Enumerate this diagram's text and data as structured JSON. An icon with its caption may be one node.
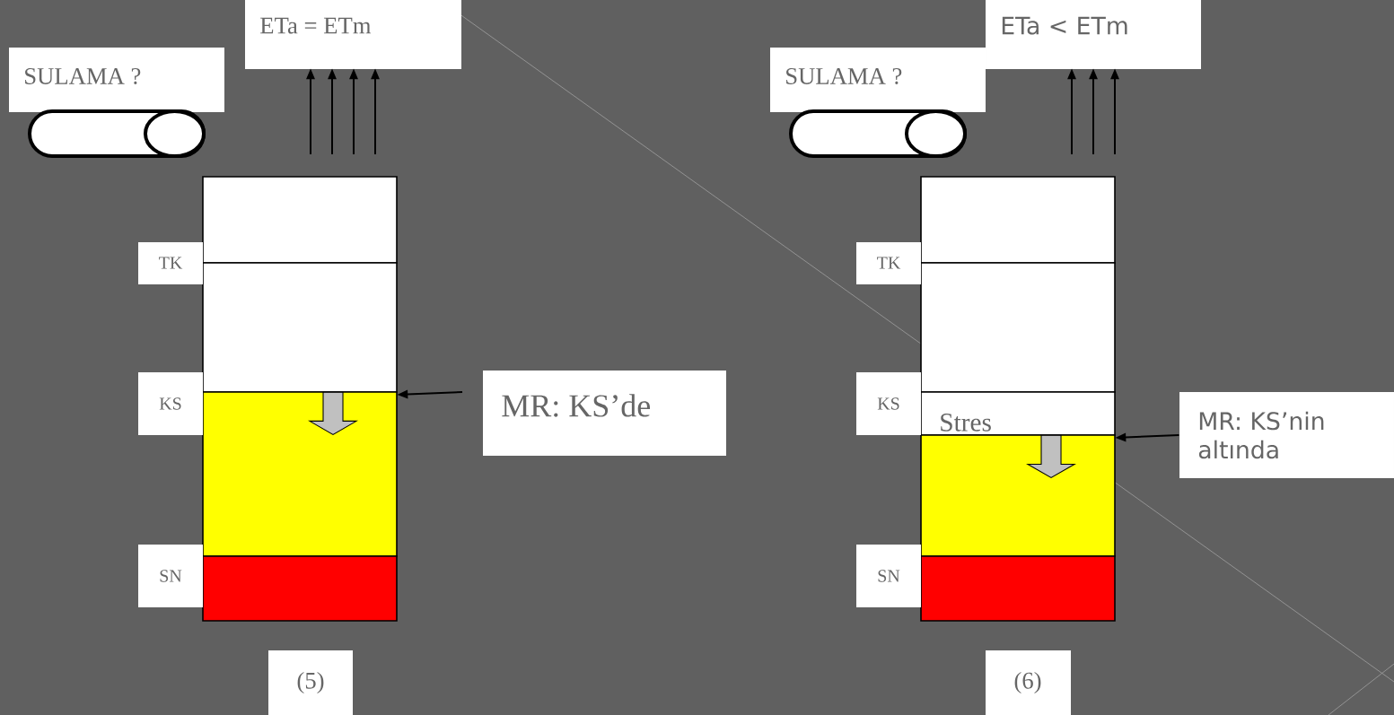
{
  "diagram": {
    "nodes": [
      {
        "text": [
          "SULAMA ?"
        ]
      },
      {
        "text": [],
        "shape": "toggle"
      },
      {
        "text": [
          "ETa = ETm"
        ]
      },
      {
        "text": [],
        "shape": "box"
      },
      {
        "text": [],
        "shape": "box"
      },
      {
        "text": [],
        "shape": "box"
      },
      {
        "text": [],
        "shape": "box"
      },
      {
        "text": [
          "TK"
        ]
      },
      {
        "text": [
          "KS"
        ]
      },
      {
        "text": [
          "SN"
        ]
      },
      {
        "text": [
          "MR: KS’de"
        ]
      },
      {
        "text": [
          "(5)"
        ]
      },
      {
        "text": [
          "SULAMA ?"
        ]
      },
      {
        "text": [],
        "shape": "toggle"
      },
      {
        "text": [
          "ETa < ETm"
        ]
      },
      {
        "text": [],
        "shape": "box"
      },
      {
        "text": [],
        "shape": "box"
      },
      {
        "text": [
          "Stres"
        ]
      },
      {
        "text": [],
        "shape": "box"
      },
      {
        "text": [],
        "shape": "box"
      },
      {
        "text": [
          "TK"
        ]
      },
      {
        "text": [
          "KS"
        ]
      },
      {
        "text": [
          "SN"
        ]
      },
      {
        "text": [
          "MR: KS’nin altında"
        ]
      },
      {
        "text": [
          "(6)"
        ]
      }
    ],
    "edges": [
      {
        "from": null,
        "to": 2,
        "arrow": "to"
      },
      {
        "from": null,
        "to": 2,
        "arrow": "to"
      },
      {
        "from": null,
        "to": 2,
        "arrow": "to"
      },
      {
        "from": null,
        "to": 2,
        "arrow": "to"
      },
      {
        "from": null,
        "to": 5,
        "arrow": "to"
      },
      {
        "from": null,
        "to": 14,
        "arrow": "to"
      },
      {
        "from": null,
        "to": 14,
        "arrow": "to"
      },
      {
        "from": null,
        "to": 14,
        "arrow": "to"
      },
      {
        "from": 23,
        "to": 18,
        "arrow": "to"
      },
      {
        "from": 4,
        "to": 5,
        "arrow": "to"
      },
      {
        "from": 17,
        "to": 18,
        "arrow": "to"
      }
    ]
  }
}
